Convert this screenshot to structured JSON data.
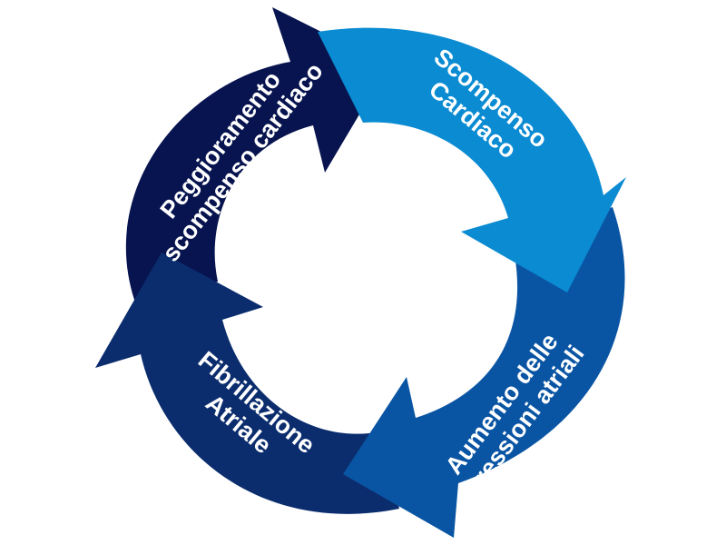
{
  "cycle": {
    "steps": [
      {
        "line1": "Scompenso",
        "line2": "Cardiaco",
        "color": "#0a8bd2"
      },
      {
        "line1": "Aumento delle",
        "line2": "pressioni atriali",
        "color": "#0a55a3"
      },
      {
        "line1": "Fibrillazione",
        "line2": "Atriale",
        "color": "#0b2d6e"
      },
      {
        "line1": "Peggioramento",
        "line2": "scompenso cardiaco",
        "color": "#07144f"
      }
    ]
  }
}
